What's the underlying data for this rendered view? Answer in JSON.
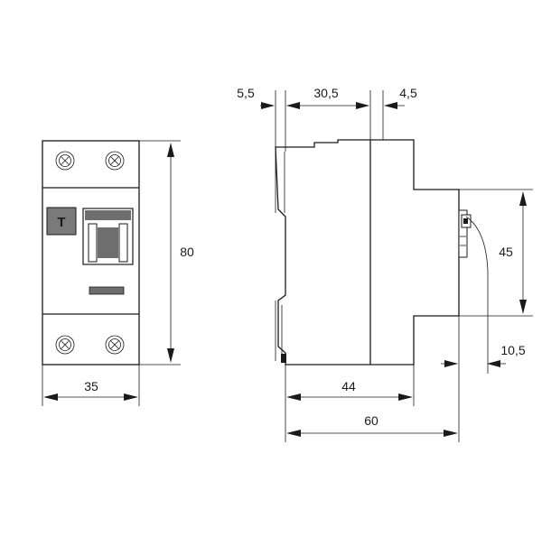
{
  "front_view": {
    "test_button_label": "T",
    "width_label": "35",
    "height_label": "80"
  },
  "side_view": {
    "top_dims": [
      "5,5",
      "30,5",
      "4,5"
    ],
    "height_45_label": "45",
    "offset_label": "10,5",
    "depth_44_label": "44",
    "depth_60_label": "60"
  }
}
